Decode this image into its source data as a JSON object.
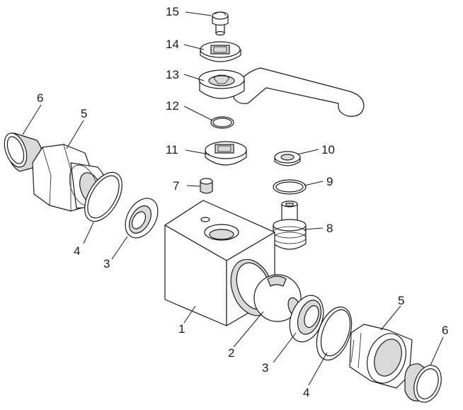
{
  "callouts": [
    {
      "id": "c15",
      "text": "15"
    },
    {
      "id": "c14",
      "text": "14"
    },
    {
      "id": "c13",
      "text": "13"
    },
    {
      "id": "c12",
      "text": "12"
    },
    {
      "id": "c11",
      "text": "11"
    },
    {
      "id": "c10",
      "text": "10"
    },
    {
      "id": "c9",
      "text": "9"
    },
    {
      "id": "c8",
      "text": "8"
    },
    {
      "id": "c7",
      "text": "7"
    },
    {
      "id": "c6a",
      "text": "6"
    },
    {
      "id": "c5a",
      "text": "5"
    },
    {
      "id": "c4a",
      "text": "4"
    },
    {
      "id": "c3a",
      "text": "3"
    },
    {
      "id": "c1",
      "text": "1"
    },
    {
      "id": "c2",
      "text": "2"
    },
    {
      "id": "c3b",
      "text": "3"
    },
    {
      "id": "c4b",
      "text": "4"
    },
    {
      "id": "c5b",
      "text": "5"
    },
    {
      "id": "c6b",
      "text": "6"
    }
  ]
}
